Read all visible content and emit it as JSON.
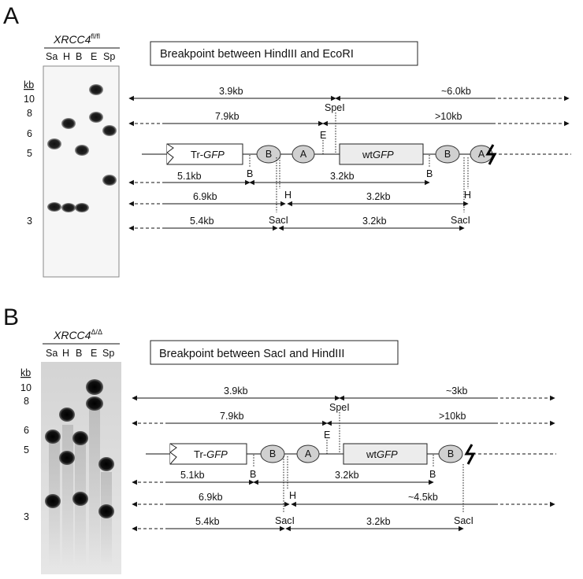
{
  "panels": [
    {
      "letter": "A",
      "genotype_base": "XRCC4",
      "genotype_sup": "fl/fl",
      "lanes": [
        "Sa",
        "H",
        "B",
        "E",
        "Sp"
      ],
      "kb_unit": "kb",
      "kb_markers": [
        "10",
        "8",
        "6",
        "5",
        "3"
      ],
      "title": "Breakpoint between HindIII and EcoRI",
      "top_left_size": "3.9kb",
      "top_right_size": "~6.0kb",
      "speI": "SpeI",
      "second_left_size": "7.9kb",
      "second_right_size": ">10kb",
      "e_site": "E",
      "tr_gfp_prefix": "Tr-",
      "tr_gfp_gene": "GFP",
      "wt_gfp_prefix": "wt",
      "wt_gfp_gene": "GFP",
      "circle_b": "B",
      "circle_a": "A",
      "site_b": "B",
      "site_h": "H",
      "site_sacI": "SacI",
      "row1_left": "5.1kb",
      "row1_right": "3.2kb",
      "row2_left": "6.9kb",
      "row2_right": "3.2kb",
      "row3_left": "5.4kb",
      "row3_right": "3.2kb"
    },
    {
      "letter": "B",
      "genotype_base": "XRCC4",
      "genotype_sup": "Δ/Δ",
      "lanes": [
        "Sa",
        "H",
        "B",
        "E",
        "Sp"
      ],
      "kb_unit": "kb",
      "kb_markers": [
        "10",
        "8",
        "6",
        "5",
        "3"
      ],
      "title": "Breakpoint between SacI and HindIII",
      "top_left_size": "3.9kb",
      "top_right_size": "~3kb",
      "speI": "SpeI",
      "second_left_size": "7.9kb",
      "second_right_size": ">10kb",
      "e_site": "E",
      "tr_gfp_prefix": "Tr-",
      "tr_gfp_gene": "GFP",
      "wt_gfp_prefix": "wt",
      "wt_gfp_gene": "GFP",
      "circle_b": "B",
      "circle_a": "A",
      "site_b": "B",
      "site_h": "H",
      "site_sacI": "SacI",
      "row1_left": "5.1kb",
      "row1_right": "3.2kb",
      "row2_left": "6.9kb",
      "row2_right": "~4.5kb",
      "row3_left": "5.4kb",
      "row3_right": "3.2kb"
    }
  ]
}
